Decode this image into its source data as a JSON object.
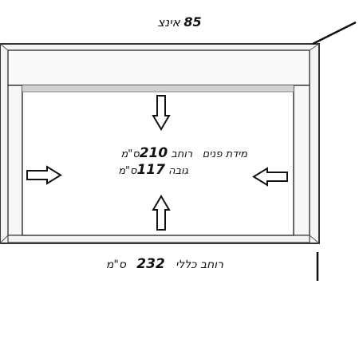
{
  "top_width": {
    "value": "85",
    "label": "אינצ"
  },
  "inner_dimensions": {
    "title": "מידת פנים",
    "width_label": "רוחב",
    "width_value": "210",
    "width_unit": "ס\"מ",
    "height_label": "גובה",
    "height_value": "117",
    "height_unit": "ס\"מ"
  },
  "overall_width": {
    "label": "רוחב כללי",
    "value": "232",
    "unit": "ס\"מ"
  }
}
